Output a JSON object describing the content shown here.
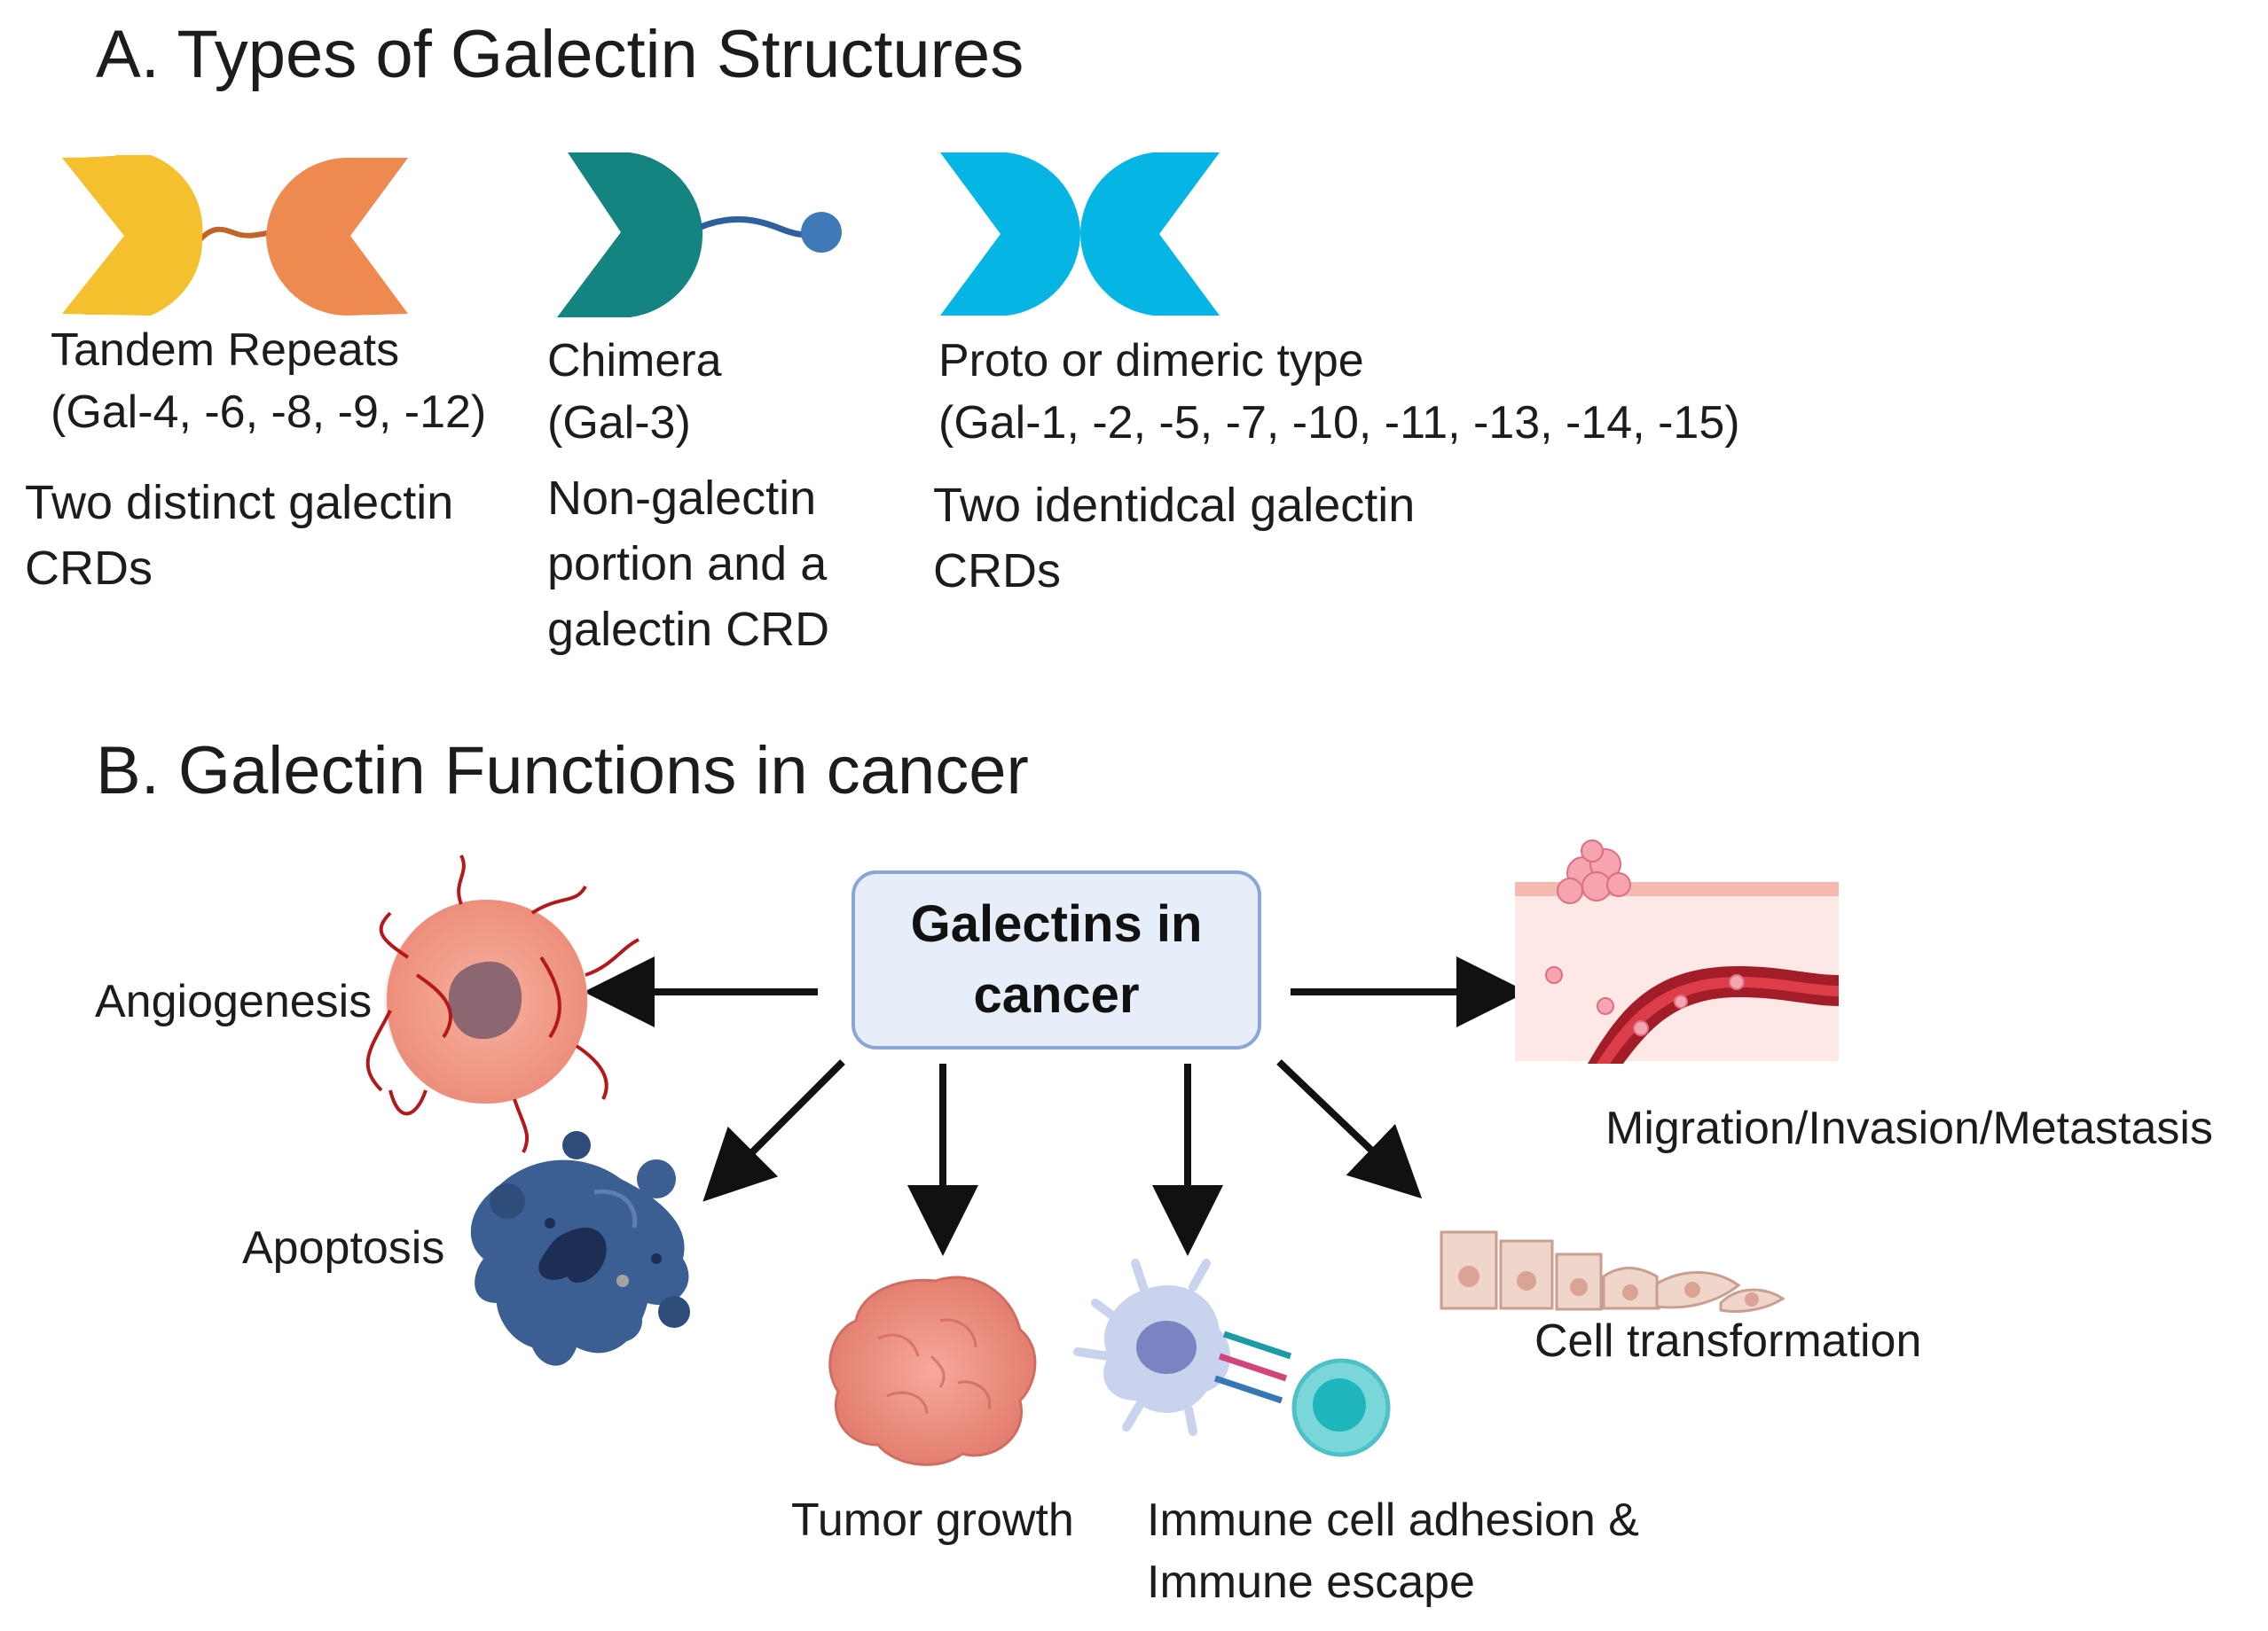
{
  "section_a": {
    "title": "A. Types of Galectin Structures",
    "types": [
      {
        "name": "Tandem Repeats",
        "members": "(Gal-4, -6, -8, -9, -12)",
        "description_lines": [
          "Two distinct galectin",
          "CRDs"
        ],
        "colors": [
          "#f5c02d",
          "#ee8a4f"
        ]
      },
      {
        "name": "Chimera",
        "members": "(Gal-3)",
        "description_lines": [
          "Non-galectin",
          "portion and a",
          "galectin CRD"
        ],
        "colors": [
          "#13847f",
          "#3f79b8"
        ]
      },
      {
        "name": "Proto or dimeric type",
        "members": "(Gal-1, -2, -5, -7, -10, -11, -13, -14, -15)",
        "description_lines": [
          "Two identidcal galectin",
          "CRDs"
        ],
        "colors": [
          "#05b5e4",
          "#05b5e4"
        ]
      }
    ]
  },
  "section_b": {
    "title": "B. Galectin Functions in cancer",
    "center": {
      "lines": [
        "Galectins in",
        "cancer"
      ]
    },
    "functions": {
      "angiogenesis": "Angiogenesis",
      "apoptosis": "Apoptosis",
      "tumor_growth": "Tumor growth",
      "immune": [
        "Immune cell adhesion &",
        "Immune escape"
      ],
      "cell_transformation": "Cell transformation",
      "migration": "Migration/Invasion/Metastasis"
    }
  }
}
